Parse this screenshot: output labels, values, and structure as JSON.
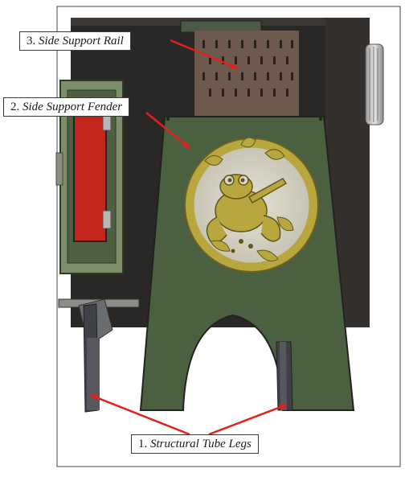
{
  "callouts": [
    {
      "number": "3.",
      "text": "Side Support Rail"
    },
    {
      "number": "2.",
      "text": "Side Support Fender"
    },
    {
      "number": "1.",
      "text": "Structural Tube Legs"
    }
  ],
  "colors": {
    "fender": "#4b6041",
    "body": "#2a2826",
    "door_glass": "#c2261d",
    "medallion_gold": "#b8a73f",
    "medallion_bg": "#d9d6c9",
    "legs": "#3f4146",
    "arrow": "#e0201b"
  }
}
